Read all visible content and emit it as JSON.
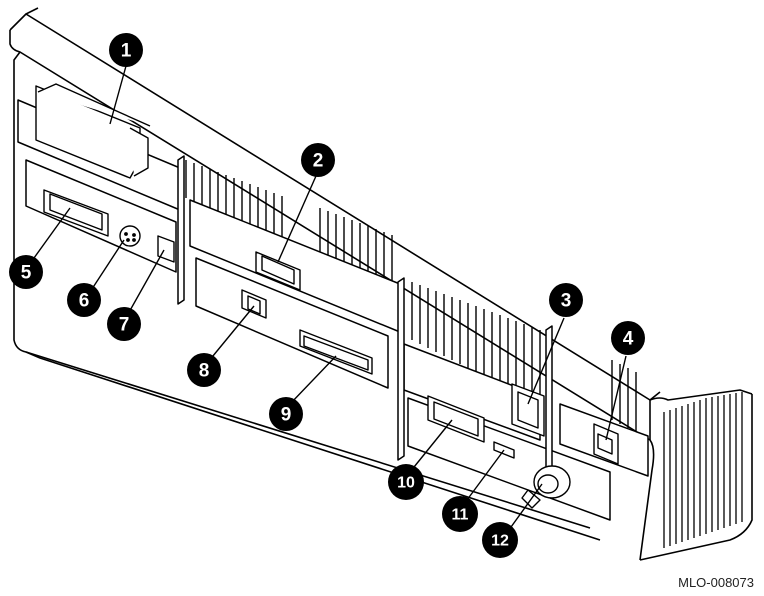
{
  "figure": {
    "reference_id": "MLO-008073",
    "callouts": [
      {
        "number": "1",
        "target": "port-1"
      },
      {
        "number": "2",
        "target": "port-2"
      },
      {
        "number": "3",
        "target": "port-3"
      },
      {
        "number": "4",
        "target": "port-4"
      },
      {
        "number": "5",
        "target": "port-5"
      },
      {
        "number": "6",
        "target": "port-6"
      },
      {
        "number": "7",
        "target": "port-7"
      },
      {
        "number": "8",
        "target": "port-8"
      },
      {
        "number": "9",
        "target": "port-9"
      },
      {
        "number": "10",
        "target": "port-10"
      },
      {
        "number": "11",
        "target": "port-11"
      },
      {
        "number": "12",
        "target": "port-12"
      }
    ]
  }
}
